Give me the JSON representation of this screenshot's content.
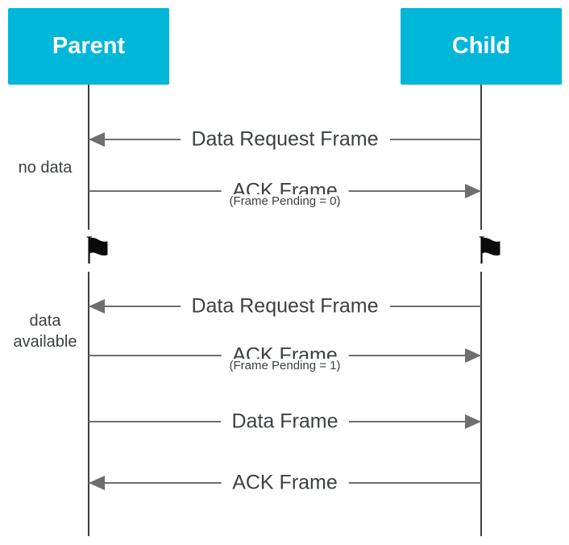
{
  "nodes": {
    "parent": {
      "label": "Parent"
    },
    "child": {
      "label": "Child"
    }
  },
  "annotations": {
    "no_data": "no data",
    "data_available": "data available"
  },
  "messages": [
    {
      "label": "Data Request Frame",
      "direction": "left"
    },
    {
      "label": "ACK Frame",
      "sublabel": "(Frame Pending = 0)",
      "direction": "right"
    },
    {
      "label": "Data Request Frame",
      "direction": "left"
    },
    {
      "label": "ACK Frame",
      "sublabel": "(Frame Pending = 1)",
      "direction": "right"
    },
    {
      "label": "Data Frame",
      "direction": "right"
    },
    {
      "label": "ACK Frame",
      "direction": "left"
    }
  ],
  "icons": {
    "flag": "⚑"
  },
  "colors": {
    "node_fill": "#00b6d9",
    "node_text": "#ffffff",
    "message_line": "#6e6e6e",
    "lifeline": "#3f3f3f",
    "text": "#3c4043",
    "flag": "#000000"
  }
}
